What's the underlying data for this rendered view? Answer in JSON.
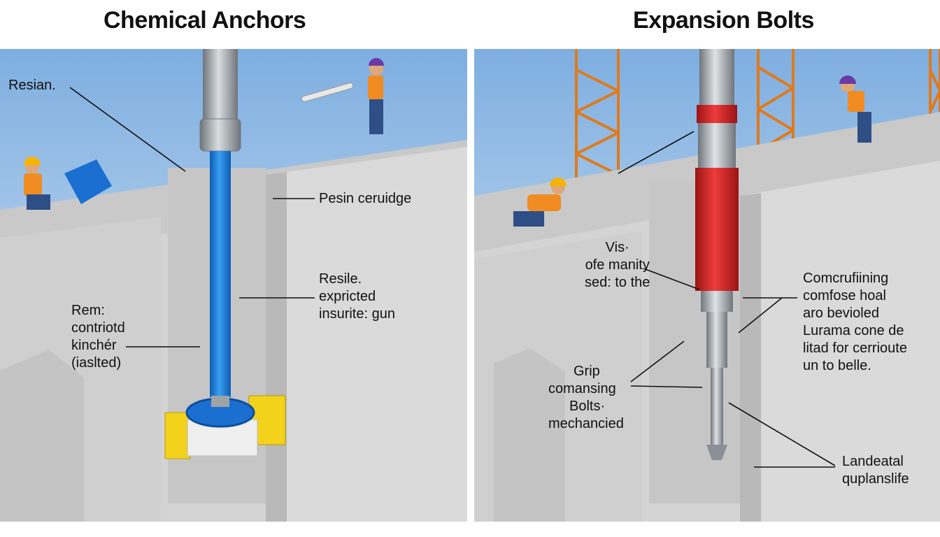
{
  "titles": {
    "left": "Chemical Anchors",
    "right": "Expansion Bolts"
  },
  "left_panel": {
    "labels": {
      "resin": "Resian.",
      "cartridge": "Pesin ceruidge",
      "gun": [
        "Resile.",
        "expricted",
        "insurite: gun"
      ],
      "anchor": [
        "Rem:",
        "contriotd",
        "kinchér",
        "(iaslted)"
      ]
    }
  },
  "right_panel": {
    "labels": {
      "sleeve": [
        "Vis·",
        "ofe manity",
        "sed: to the"
      ],
      "grip": [
        "Grip",
        "comansing",
        "Bolts·",
        "mechancied"
      ],
      "cone": [
        "Comcrufiining",
        "comfose hoal",
        "aro bevioled",
        "Lurama cone de",
        "litad for cerrioute",
        "un to belle."
      ],
      "base": [
        "Landeatal",
        "quplanslife"
      ]
    }
  },
  "colors": {
    "sky": "#8fb9e0",
    "concrete": "#d2d2d2",
    "rod_blue": "#1e7fd8",
    "sleeve_red": "#d42a2a",
    "steel": "#a8adb2",
    "scaffold_orange": "#e07a1a",
    "hard_hat_yellow": "#f5b400",
    "hard_hat_purple": "#6a3aa8",
    "vest_orange": "#f08c22",
    "block_yellow": "#f2d21b"
  }
}
